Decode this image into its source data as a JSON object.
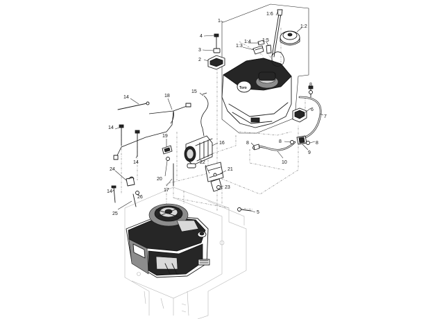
{
  "callouts": [
    {
      "id": "c1",
      "text": "1"
    },
    {
      "id": "c1-2",
      "text": "1:2"
    },
    {
      "id": "c1-3",
      "text": "1:3"
    },
    {
      "id": "c1-4",
      "text": "1:4"
    },
    {
      "id": "c1-5",
      "text": "1:5"
    },
    {
      "id": "c1-6",
      "text": "1:6"
    },
    {
      "id": "c2",
      "text": "2"
    },
    {
      "id": "c3",
      "text": "3"
    },
    {
      "id": "c4",
      "text": "4"
    },
    {
      "id": "c5",
      "text": "5"
    },
    {
      "id": "c6",
      "text": "6"
    },
    {
      "id": "c7",
      "text": "7"
    },
    {
      "id": "c8a",
      "text": "8"
    },
    {
      "id": "c8b",
      "text": "8"
    },
    {
      "id": "c8c",
      "text": "8"
    },
    {
      "id": "c8d",
      "text": "8"
    },
    {
      "id": "c9",
      "text": "9"
    },
    {
      "id": "c10",
      "text": "10"
    },
    {
      "id": "c14a",
      "text": "14"
    },
    {
      "id": "c14b",
      "text": "14"
    },
    {
      "id": "c14c",
      "text": "14"
    },
    {
      "id": "c14d",
      "text": "14"
    },
    {
      "id": "c15",
      "text": "15"
    },
    {
      "id": "c16",
      "text": "16"
    },
    {
      "id": "c17",
      "text": "17"
    },
    {
      "id": "c18",
      "text": "18"
    },
    {
      "id": "c19",
      "text": "19"
    },
    {
      "id": "c20",
      "text": "20"
    },
    {
      "id": "c21",
      "text": "21"
    },
    {
      "id": "c22",
      "text": "22"
    },
    {
      "id": "c23",
      "text": "23"
    },
    {
      "id": "c24",
      "text": "24"
    },
    {
      "id": "c25",
      "text": "25"
    },
    {
      "id": "c26",
      "text": "26"
    }
  ],
  "tank_logo": "Toro"
}
